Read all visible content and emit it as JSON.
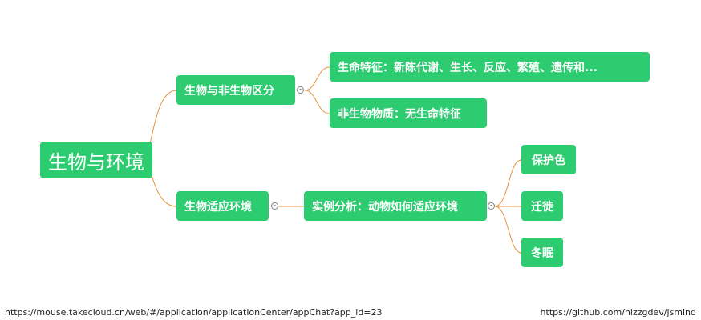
{
  "mindmap": {
    "root": {
      "label": "生物与环境"
    },
    "branches": [
      {
        "label": "生物与非生物区分",
        "expander": "-",
        "children": [
          {
            "label": "生命特征：新陈代谢、生长、反应、繁殖、遗传和..."
          },
          {
            "label": "非生物物质：无生命特征"
          }
        ]
      },
      {
        "label": "生物适应环境",
        "expander": "-",
        "children": [
          {
            "label": "实例分析：动物如何适应环境",
            "expander": "-",
            "children": [
              {
                "label": "保护色"
              },
              {
                "label": "迁徙"
              },
              {
                "label": "冬眠"
              }
            ]
          }
        ]
      }
    ],
    "line_color": "#e69138",
    "node_color": "#2ecc71"
  },
  "footer": {
    "left_url": "https://mouse.takecloud.cn/web/#/application/applicationCenter/appChat?app_id=23",
    "right_url": "https://github.com/hizzgdev/jsmind"
  }
}
